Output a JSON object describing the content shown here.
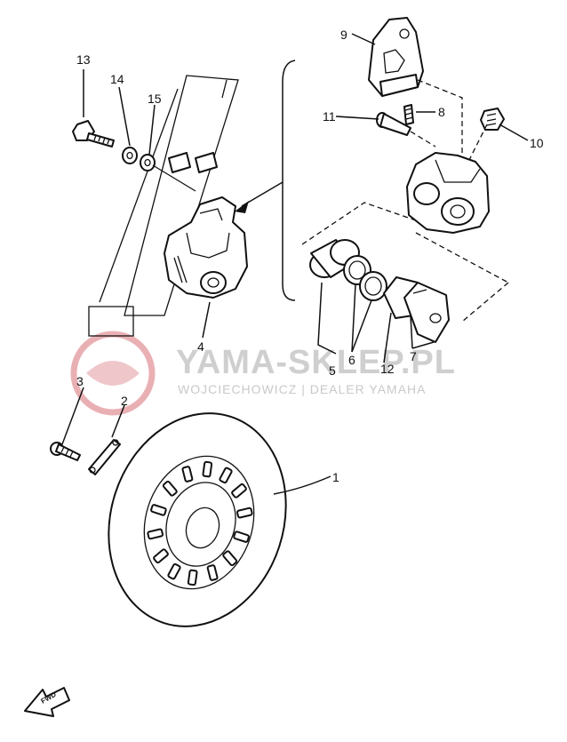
{
  "watermark": {
    "brand": "YAMA-SKLEP.PL",
    "dealer": "WOJCIECHOWICZ | DEALER YAMAHA",
    "logo_color": "#e6a3a8"
  },
  "front_arrow_label": "FWD",
  "callouts": [
    {
      "id": "1",
      "label": "1"
    },
    {
      "id": "2",
      "label": "2"
    },
    {
      "id": "3",
      "label": "3"
    },
    {
      "id": "4",
      "label": "4"
    },
    {
      "id": "5",
      "label": "5"
    },
    {
      "id": "6",
      "label": "6"
    },
    {
      "id": "7",
      "label": "7"
    },
    {
      "id": "8",
      "label": "8"
    },
    {
      "id": "9",
      "label": "9"
    },
    {
      "id": "10",
      "label": "10"
    },
    {
      "id": "11",
      "label": "11"
    },
    {
      "id": "12",
      "label": "12"
    },
    {
      "id": "13",
      "label": "13"
    },
    {
      "id": "14",
      "label": "14"
    },
    {
      "id": "15",
      "label": "15"
    }
  ]
}
